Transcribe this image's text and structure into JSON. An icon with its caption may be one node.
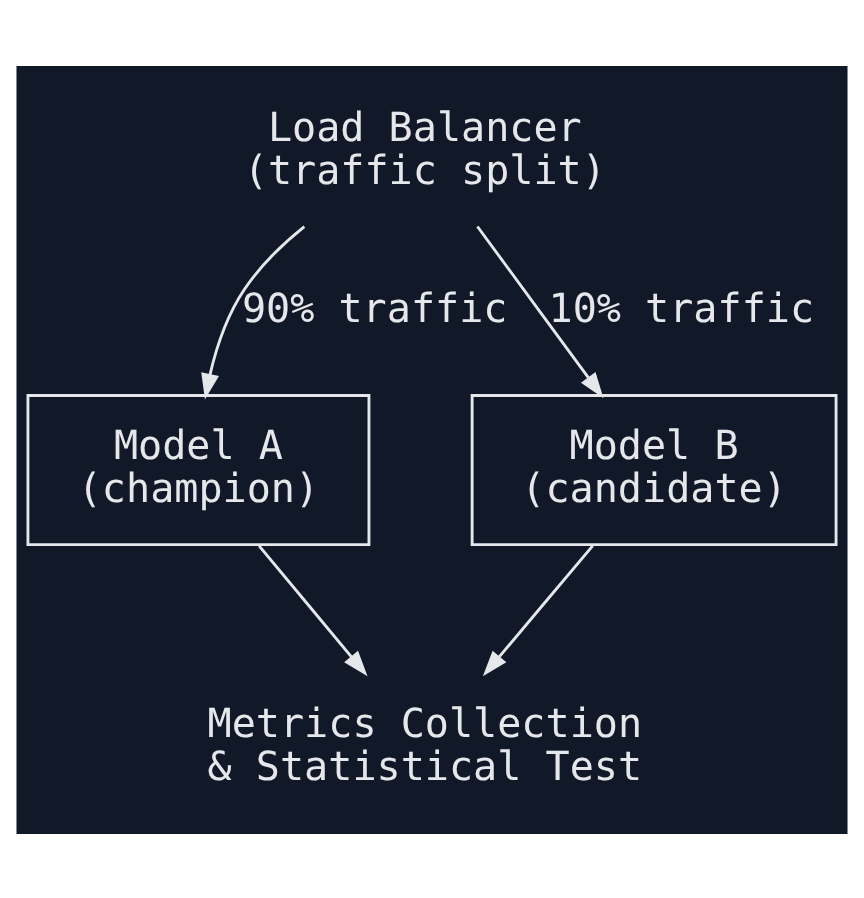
{
  "diagram": {
    "nodes": [
      {
        "text": [
          "Load Balancer (traffic split)"
        ]
      },
      {
        "text": [
          "Model A (champion)"
        ]
      },
      {
        "text": [
          "Model B (candidate)"
        ]
      },
      {
        "text": [
          "Metrics Collection & Statistical Test"
        ]
      }
    ],
    "edges": [
      {
        "from": 0,
        "to": 1,
        "arrow": "to",
        "label": "90% traffic"
      },
      {
        "from": 0,
        "to": 2,
        "arrow": "to",
        "label": "10% traffic"
      },
      {
        "from": 1,
        "to": 3,
        "arrow": "to"
      },
      {
        "from": 2,
        "to": 3,
        "arrow": "to"
      }
    ]
  }
}
